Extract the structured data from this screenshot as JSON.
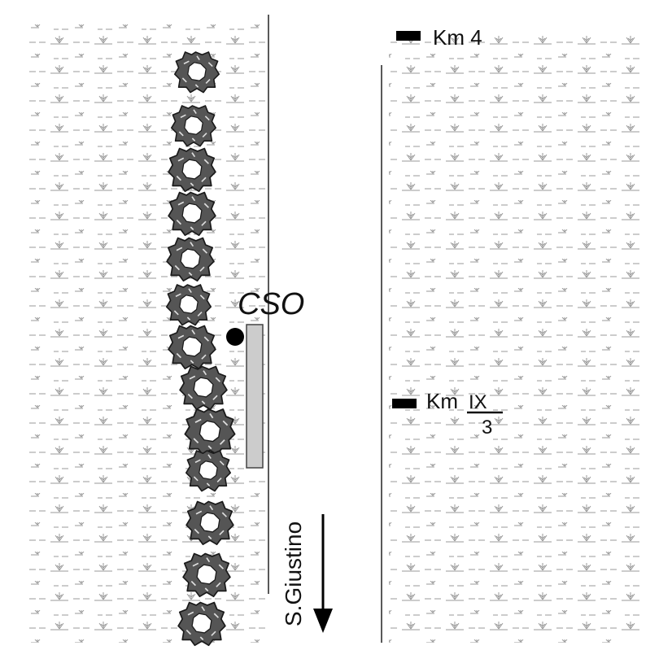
{
  "map": {
    "labels": {
      "cso": "CSO",
      "km_top": "Km 4",
      "km_mid_prefix": "Km",
      "km_mid_numerator": "IX",
      "km_mid_denominator": "3",
      "direction": "S.Giustino"
    },
    "colors": {
      "grass_symbol": "#9a9a9a",
      "road_line": "#222222",
      "structure_fill": "#cccccc",
      "structure_stroke": "#444444",
      "tree_fill": "#555555",
      "tree_stroke": "#1a1a1a",
      "marker": "#000000"
    },
    "icons": {
      "grass": "grass-icon",
      "tree": "tree-icon",
      "km_marker": "km-marker-icon",
      "station": "station-dot-icon",
      "direction": "arrow-down-icon"
    }
  }
}
